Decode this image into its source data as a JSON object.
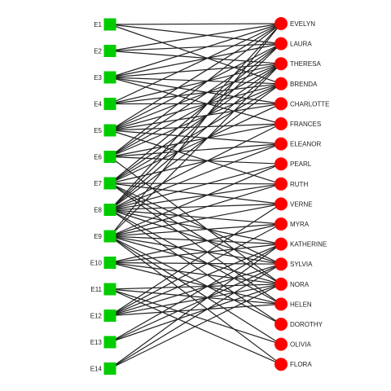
{
  "graph": {
    "colors": {
      "event": "#00cc00",
      "woman": "#ff0000",
      "edge": "#222222"
    },
    "events": [
      "E1",
      "E2",
      "E3",
      "E4",
      "E5",
      "E6",
      "E7",
      "E8",
      "E9",
      "E10",
      "E11",
      "E12",
      "E13",
      "E14"
    ],
    "women": [
      "EVELYN",
      "LAURA",
      "THERESA",
      "BRENDA",
      "CHARLOTTE",
      "FRANCES",
      "ELEANOR",
      "PEARL",
      "RUTH",
      "VERNE",
      "MYRA",
      "KATHERINE",
      "SYLVIA",
      "NORA",
      "HELEN",
      "DOROTHY",
      "OLIVIA",
      "FLORA"
    ],
    "attendance": {
      "EVELYN": [
        "E1",
        "E2",
        "E3",
        "E4",
        "E5",
        "E6",
        "E8",
        "E9"
      ],
      "LAURA": [
        "E1",
        "E2",
        "E3",
        "E5",
        "E6",
        "E7",
        "E8"
      ],
      "THERESA": [
        "E2",
        "E3",
        "E4",
        "E5",
        "E6",
        "E7",
        "E8",
        "E9"
      ],
      "BRENDA": [
        "E1",
        "E3",
        "E4",
        "E5",
        "E6",
        "E7",
        "E8"
      ],
      "CHARLOTTE": [
        "E3",
        "E4",
        "E5",
        "E7"
      ],
      "FRANCES": [
        "E3",
        "E5",
        "E6",
        "E8"
      ],
      "ELEANOR": [
        "E5",
        "E6",
        "E7",
        "E8"
      ],
      "PEARL": [
        "E6",
        "E8",
        "E9"
      ],
      "RUTH": [
        "E5",
        "E7",
        "E8",
        "E9"
      ],
      "VERNE": [
        "E7",
        "E8",
        "E9",
        "E12"
      ],
      "MYRA": [
        "E8",
        "E9",
        "E10",
        "E12"
      ],
      "KATHERINE": [
        "E8",
        "E9",
        "E10",
        "E12",
        "E13",
        "E14"
      ],
      "SYLVIA": [
        "E7",
        "E8",
        "E9",
        "E10",
        "E12",
        "E13",
        "E14"
      ],
      "NORA": [
        "E6",
        "E7",
        "E9",
        "E10",
        "E11",
        "E12",
        "E13",
        "E14"
      ],
      "HELEN": [
        "E7",
        "E8",
        "E10",
        "E11",
        "E12"
      ],
      "DOROTHY": [
        "E8",
        "E9"
      ],
      "OLIVIA": [
        "E9",
        "E11"
      ],
      "FLORA": [
        "E9",
        "E11"
      ]
    }
  }
}
